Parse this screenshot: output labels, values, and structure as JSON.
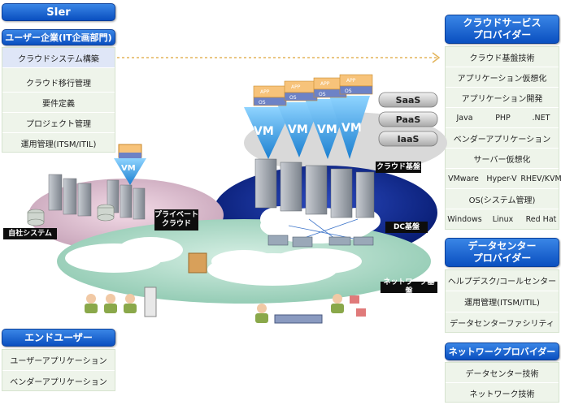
{
  "left": {
    "sier": "SIer",
    "user_corp": "ユーザー企業(IT企画部門)",
    "cloud_build": "クラウドシステム構築",
    "items": [
      "クラウド移行管理",
      "要件定義",
      "プロジェクト管理",
      "運用管理(ITSM/ITIL)"
    ],
    "end_user": "エンドユーザー",
    "end_items": [
      "ユーザーアプリケーション",
      "ベンダーアプリケーション"
    ]
  },
  "right": {
    "csp_title": "クラウドサービス\nプロバイダー",
    "csp_items": [
      "クラウド基盤技術",
      "アプリケーション仮想化",
      "アプリケーション開発"
    ],
    "lang_row": [
      "Java",
      "PHP",
      ".NET"
    ],
    "csp_items2": [
      "ベンダーアプリケーション",
      "サーバー仮想化"
    ],
    "virt_row": [
      "VMware",
      "Hyper-V",
      "RHEV/KVM"
    ],
    "os_label": "OS(システム管理)",
    "os_row": [
      "Windows",
      "Linux",
      "Red Hat"
    ],
    "dc_title": "データセンター\nプロバイダー",
    "dc_items": [
      "ヘルプデスク/コールセンター",
      "運用管理(ITSM/ITIL)",
      "データセンターファシリティ"
    ],
    "net_title": "ネットワークプロバイダー",
    "net_items": [
      "データセンター技術",
      "ネットワーク技術"
    ]
  },
  "diagram": {
    "saas": "SaaS",
    "paas": "PaaS",
    "iaas": "IaaS",
    "vm": "VM",
    "app": "APP",
    "os": "OS",
    "cloud_base": "クラウド基盤",
    "dc_base": "DC基盤",
    "net_base": "ネットワーク基盤",
    "private_cloud": "プライベート\nクラウド",
    "own_system": "自社システム"
  }
}
